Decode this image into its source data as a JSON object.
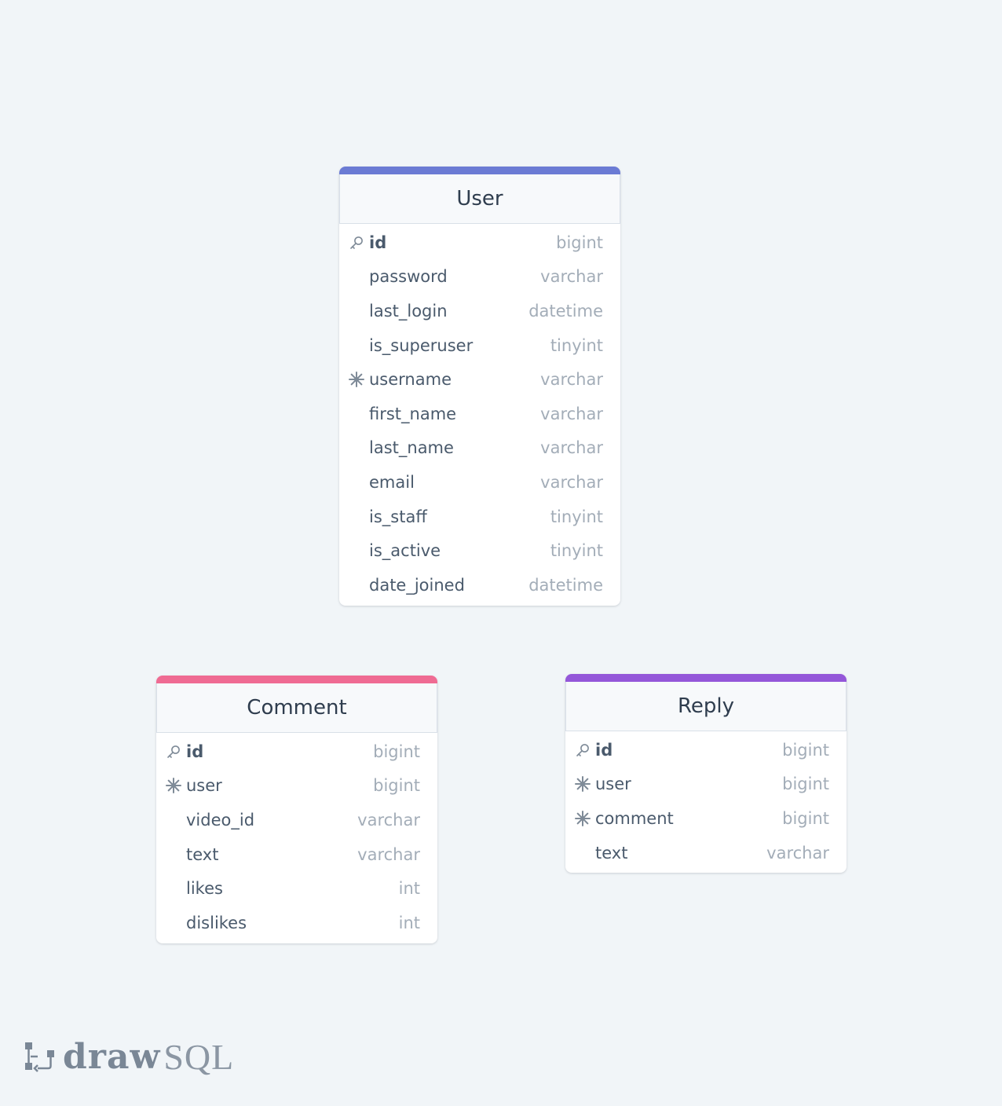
{
  "diagram": {
    "tables": [
      {
        "name": "User",
        "accent": "#6b7bd4",
        "columns": [
          {
            "name": "id",
            "type": "bigint",
            "icon": "key-icon",
            "primary": true
          },
          {
            "name": "password",
            "type": "varchar",
            "icon": "",
            "primary": false
          },
          {
            "name": "last_login",
            "type": "datetime",
            "icon": "",
            "primary": false
          },
          {
            "name": "is_superuser",
            "type": "tinyint",
            "icon": "",
            "primary": false
          },
          {
            "name": "username",
            "type": "varchar",
            "icon": "snowflake-icon",
            "primary": false
          },
          {
            "name": "first_name",
            "type": "varchar",
            "icon": "",
            "primary": false
          },
          {
            "name": "last_name",
            "type": "varchar",
            "icon": "",
            "primary": false
          },
          {
            "name": "email",
            "type": "varchar",
            "icon": "",
            "primary": false
          },
          {
            "name": "is_staff",
            "type": "tinyint",
            "icon": "",
            "primary": false
          },
          {
            "name": "is_active",
            "type": "tinyint",
            "icon": "",
            "primary": false
          },
          {
            "name": "date_joined",
            "type": "datetime",
            "icon": "",
            "primary": false
          }
        ]
      },
      {
        "name": "Comment",
        "accent": "#ef6b93",
        "columns": [
          {
            "name": "id",
            "type": "bigint",
            "icon": "key-icon",
            "primary": true
          },
          {
            "name": "user",
            "type": "bigint",
            "icon": "snowflake-icon",
            "primary": false
          },
          {
            "name": "video_id",
            "type": "varchar",
            "icon": "",
            "primary": false
          },
          {
            "name": "text",
            "type": "varchar",
            "icon": "",
            "primary": false
          },
          {
            "name": "likes",
            "type": "int",
            "icon": "",
            "primary": false
          },
          {
            "name": "dislikes",
            "type": "int",
            "icon": "",
            "primary": false
          }
        ]
      },
      {
        "name": "Reply",
        "accent": "#9457d9",
        "columns": [
          {
            "name": "id",
            "type": "bigint",
            "icon": "key-icon",
            "primary": true
          },
          {
            "name": "user",
            "type": "bigint",
            "icon": "snowflake-icon",
            "primary": false
          },
          {
            "name": "comment",
            "type": "bigint",
            "icon": "snowflake-icon",
            "primary": false
          },
          {
            "name": "text",
            "type": "varchar",
            "icon": "",
            "primary": false
          }
        ]
      }
    ]
  },
  "brand": {
    "bold": "draw",
    "light": "SQL",
    "icon": "drawsql-logo-icon"
  }
}
